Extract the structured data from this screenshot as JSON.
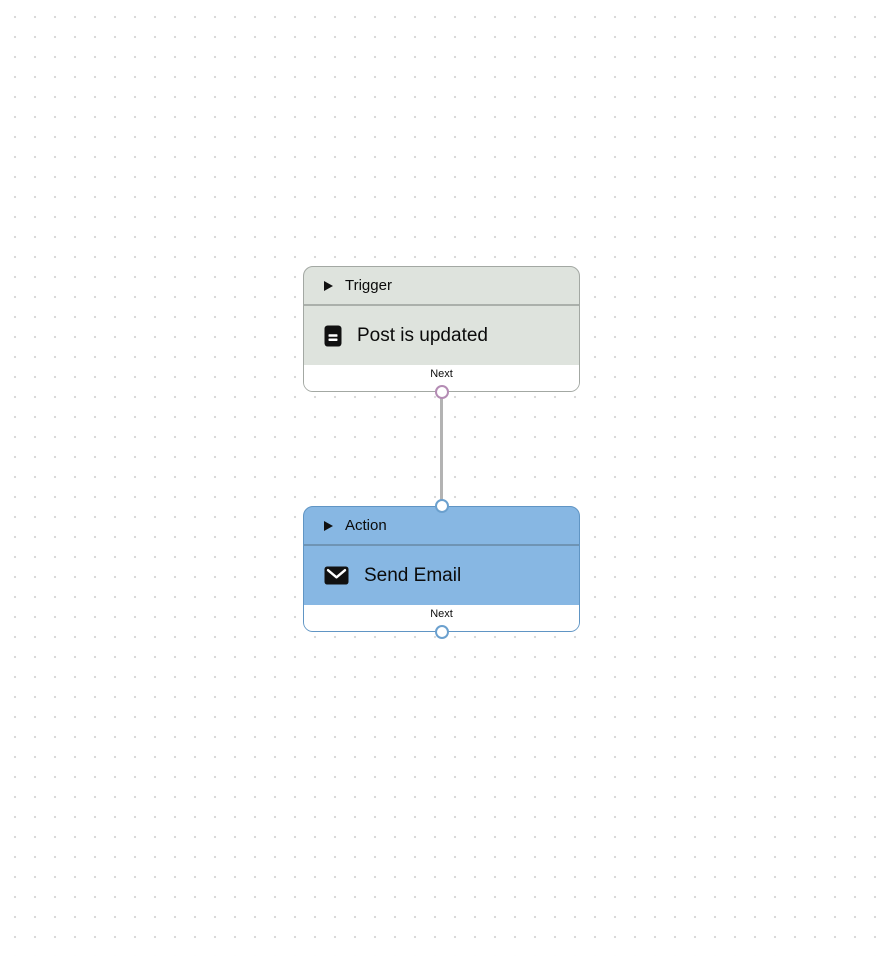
{
  "canvas": {
    "dot_color": "#d9d9d9",
    "edge": {
      "color": "#b3b3b3",
      "from_node": "Trigger",
      "to_node": "Action"
    }
  },
  "nodes": [
    {
      "kind": "trigger",
      "header": {
        "label": "Trigger",
        "collapse_icon": "triangle-right"
      },
      "body": {
        "icon": "document-icon",
        "title": "Post is updated"
      },
      "footer": {
        "port_label": "Next"
      },
      "colors": {
        "fill": "#dee3dd",
        "border": "#a3a8a3",
        "divider": "#abb0ab",
        "port_ring": "#b48cb4"
      }
    },
    {
      "kind": "action",
      "header": {
        "label": "Action",
        "collapse_icon": "triangle-right"
      },
      "body": {
        "icon": "email-icon",
        "title": "Send Email"
      },
      "footer": {
        "port_label": "Next"
      },
      "colors": {
        "fill": "#87b7e3",
        "border": "#6095c4",
        "divider": "#6f94b4",
        "port_ring": "#6ba0ce"
      }
    }
  ]
}
